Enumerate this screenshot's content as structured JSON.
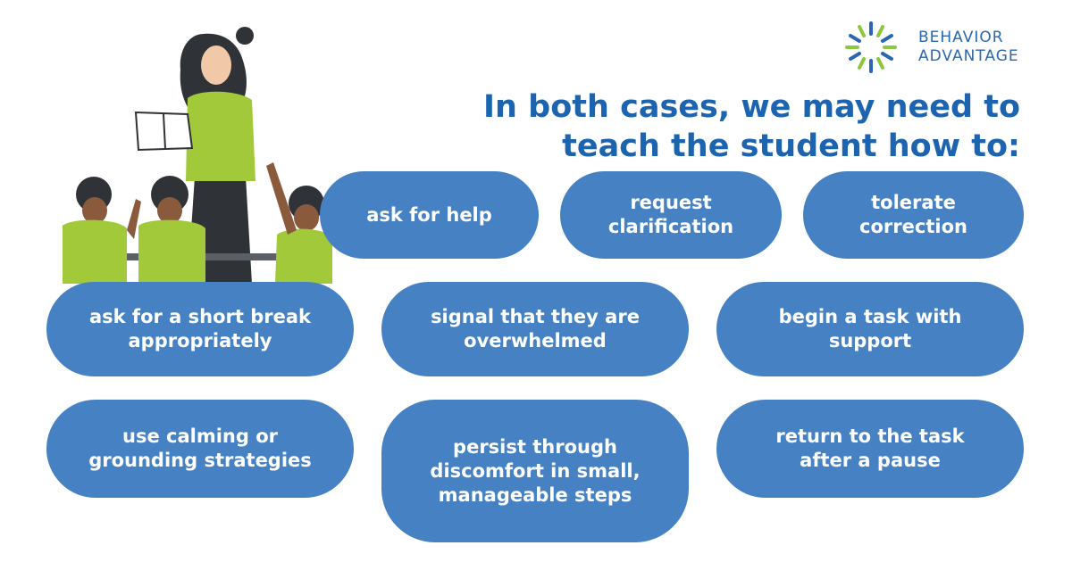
{
  "brand": {
    "line1": "BEHAVIOR",
    "line2": "ADVANTAGE"
  },
  "headline": "In both cases, we may need to teach the student how to:",
  "skills": [
    "ask for help",
    "request clarification",
    "tolerate correction",
    "ask for a short break appropriately",
    "signal that they are overwhelmed",
    "begin a task with support",
    "use calming or grounding strategies",
    "persist through discomfort in small, manageable steps",
    "return to the task after a pause"
  ],
  "colors": {
    "pill": "#4681c3",
    "headline": "#1c64b0",
    "accent_green": "#a2c93a",
    "logo_green": "#8dc63f",
    "logo_blue": "#2a67b0"
  }
}
